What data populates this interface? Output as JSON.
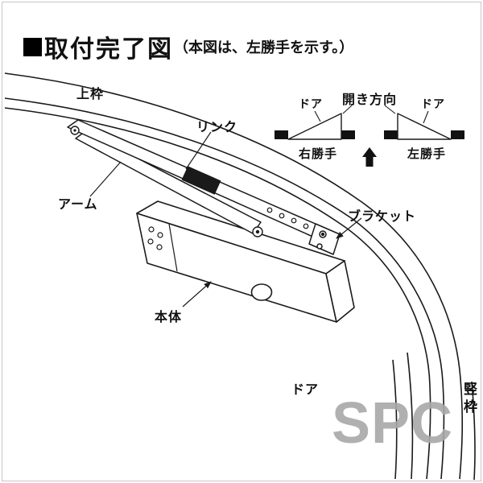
{
  "title": {
    "main": "取付完了図",
    "note": "（本図は、左勝手を示す。）"
  },
  "part_labels": {
    "top_frame": "上枠",
    "link": "リンク",
    "arm": "アーム",
    "bracket": "ブラケット",
    "body": "本体",
    "door": "ドア",
    "vertical_frame": "竪枠"
  },
  "legend": {
    "opening_direction": "開き方向",
    "left": {
      "door_label": "ドア",
      "hand_label": "右勝手"
    },
    "right": {
      "door_label": "ドア",
      "hand_label": "左勝手"
    }
  },
  "watermark": "SPC",
  "icons": {
    "title_bullet": "black-square",
    "opening_direction_arrow": "up-arrow"
  },
  "colors": {
    "line": "#1a1a1a",
    "watermark": "#a8a8a8",
    "background": "#ffffff"
  }
}
